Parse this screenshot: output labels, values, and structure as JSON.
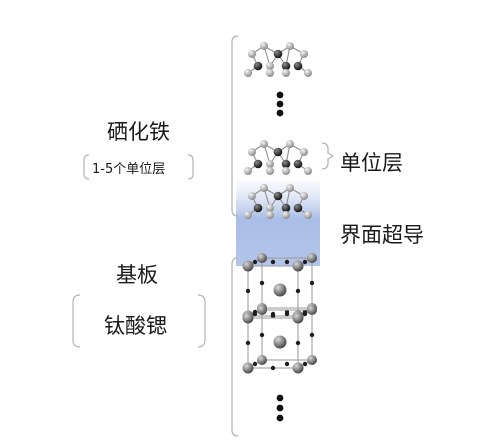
{
  "labels": {
    "fese": "硒化铁",
    "fese_range": "1-5个单位层",
    "substrate": "基板",
    "sto": "钛酸锶",
    "unit_layer": "单位层",
    "interface_sc": "界面超导"
  },
  "colors": {
    "interface_band": "#a9bde6",
    "bracket": "#b5b5b5",
    "fe_atom": "#2a2a2a",
    "se_atom": "#b9b9b9"
  }
}
